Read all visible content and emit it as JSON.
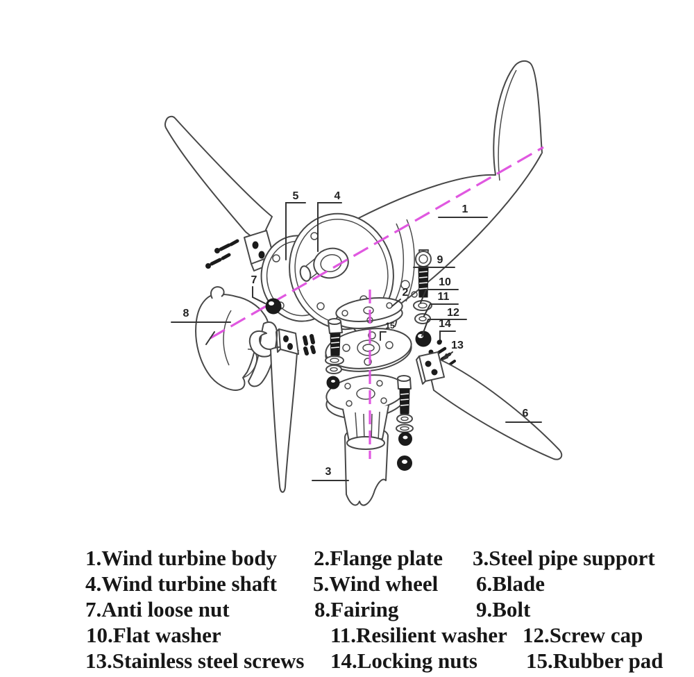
{
  "diagram": {
    "callouts": [
      {
        "num": "1"
      },
      {
        "num": "2"
      },
      {
        "num": "3"
      },
      {
        "num": "4"
      },
      {
        "num": "5"
      },
      {
        "num": "6"
      },
      {
        "num": "7"
      },
      {
        "num": "8"
      },
      {
        "num": "9"
      },
      {
        "num": "10"
      },
      {
        "num": "11"
      },
      {
        "num": "12"
      },
      {
        "num": "13"
      },
      {
        "num": "14"
      },
      {
        "num": "15"
      }
    ],
    "colors": {
      "line": "#474747",
      "axis_magenta": "#de4fde",
      "fastener_dark": "#1b1b1b",
      "background": "#ffffff",
      "text": "#171717"
    }
  },
  "legend": {
    "items": [
      {
        "text": "1.Wind turbine body"
      },
      {
        "text": "2.Flange plate"
      },
      {
        "text": "3.Steel pipe support"
      },
      {
        "text": "4.Wind turbine shaft"
      },
      {
        "text": "5.Wind wheel"
      },
      {
        "text": "6.Blade"
      },
      {
        "text": "7.Anti loose nut"
      },
      {
        "text": "8.Fairing"
      },
      {
        "text": "9.Bolt"
      },
      {
        "text": "10.Flat washer"
      },
      {
        "text": "11.Resilient washer"
      },
      {
        "text": "12.Screw cap"
      },
      {
        "text": "13.Stainless steel screws"
      },
      {
        "text": "14.Locking nuts"
      },
      {
        "text": "15.Rubber pad"
      }
    ]
  }
}
